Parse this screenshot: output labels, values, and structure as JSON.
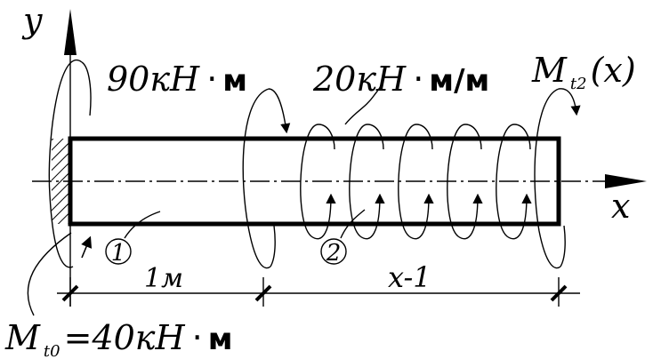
{
  "axes": {
    "y_label": "y",
    "x_label": "x"
  },
  "loads": {
    "concentrated_moment": {
      "value": "90кН",
      "unit": "м"
    },
    "distributed_moment": {
      "value": "20кН",
      "unit": "м/м"
    },
    "section_moment": {
      "symbol": "M",
      "subscript": "t2",
      "arg": "(x)"
    },
    "reaction_moment": {
      "symbol": "M",
      "subscript": "t0",
      "value": "=40кН",
      "unit": "м"
    }
  },
  "segments": {
    "seg1_label": "1",
    "seg2_label": "2"
  },
  "dimensions": {
    "seg1_length": "1м",
    "seg2_length": "x-1"
  },
  "operator_dot": "·"
}
